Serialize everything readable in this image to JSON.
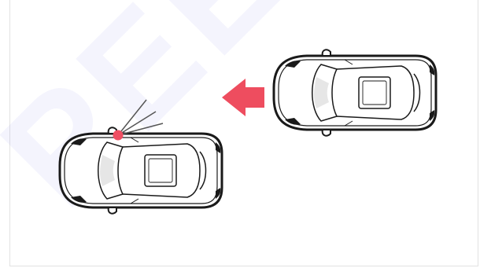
{
  "watermark": {
    "text": "PEER"
  },
  "colors": {
    "arrow": "#ee4d5f",
    "sensor_dot": "#ef4e62",
    "car_outline": "#1a1a1a",
    "car_body": "#ffffff",
    "glass_shade": "#e8e8e8",
    "watermark": "#6e6eeb"
  },
  "scene": {
    "moving_car": {
      "facing": "left",
      "icon": "car-top-view-icon"
    },
    "direction_arrow": {
      "points": "left",
      "icon": "arrow-left-icon"
    },
    "parked_car": {
      "facing": "left",
      "icon": "car-top-view-icon",
      "sensor": {
        "icon": "radar-sensor-icon",
        "sweep_lines": 3
      }
    }
  }
}
